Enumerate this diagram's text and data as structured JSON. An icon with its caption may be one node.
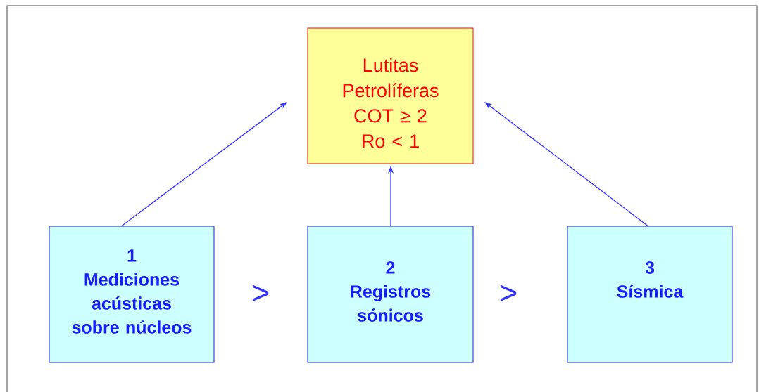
{
  "diagram": {
    "nodes": [
      {
        "text": [
          "Lutitas Petrolíferas COT ≥ 2 Ro < 1"
        ]
      },
      {
        "text": [
          "1",
          "Mediciones acústicas sobre núcleos"
        ]
      },
      {
        "text": [
          "2",
          "Registros sónicos"
        ]
      },
      {
        "text": [
          "3",
          "Sísmica"
        ]
      }
    ],
    "edges": [
      {
        "from": 1,
        "to": 0,
        "arrow": "to"
      },
      {
        "from": 2,
        "to": 0,
        "arrow": "to"
      },
      {
        "from": 3,
        "to": 0,
        "arrow": "to"
      }
    ],
    "labels": [
      ">",
      ">"
    ]
  }
}
